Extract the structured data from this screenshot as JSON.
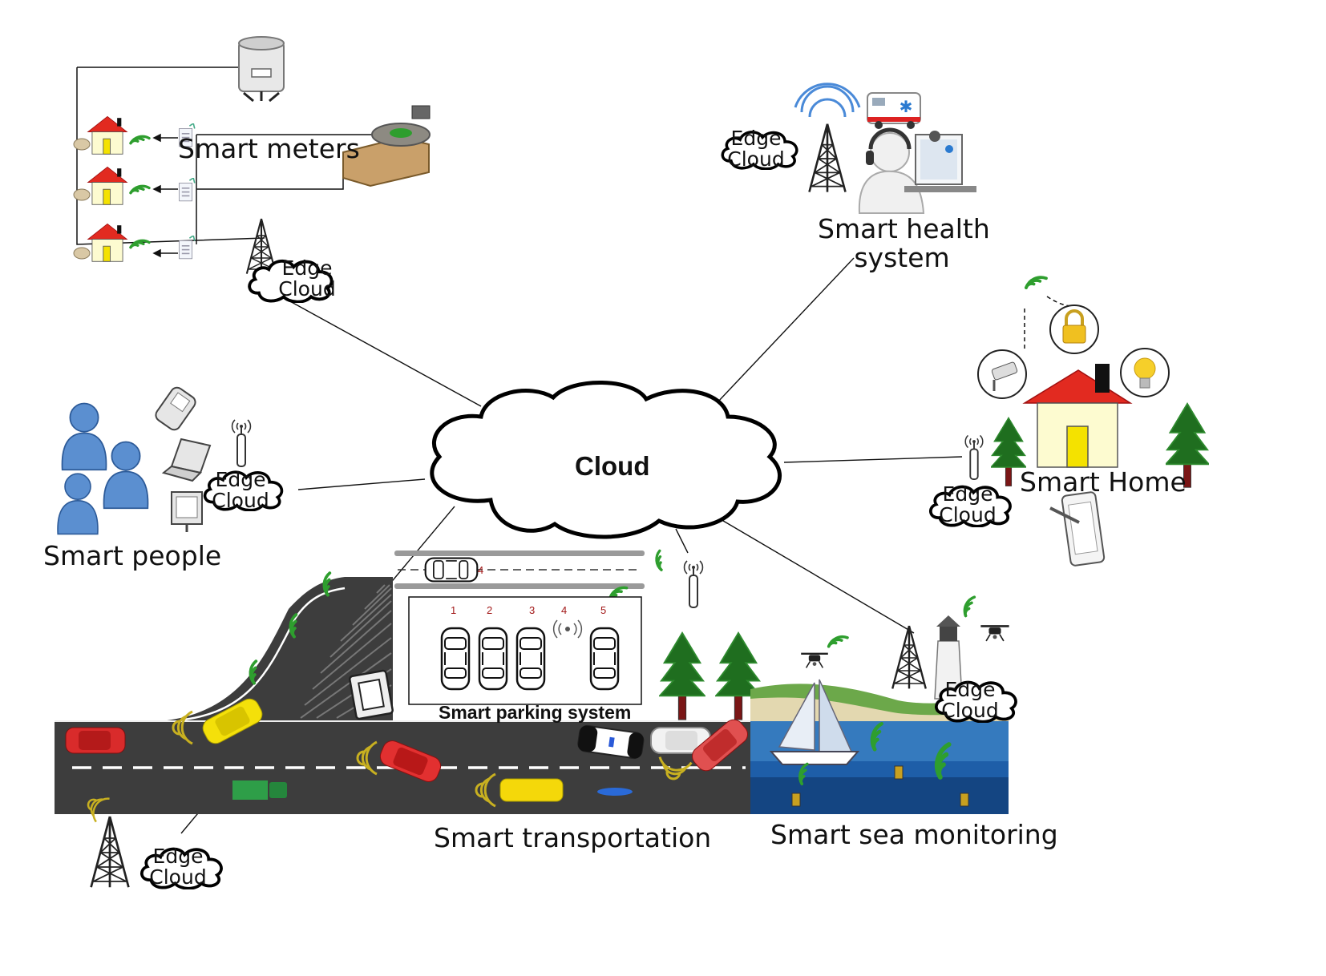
{
  "central_cloud": {
    "label": "Cloud"
  },
  "edge_cloud": {
    "line1": "Edge",
    "line2": "Cloud"
  },
  "domains": {
    "smart_meters": "Smart meters",
    "smart_health": "Smart health system",
    "smart_health_line1": "Smart health",
    "smart_health_line2": "system",
    "smart_home": "Smart Home",
    "smart_people": "Smart people",
    "smart_transportation": "Smart transportation",
    "smart_sea": "Smart sea monitoring",
    "smart_parking": "Smart parking system"
  },
  "parking_slots": [
    "1",
    "2",
    "3",
    "4",
    "5"
  ],
  "lane_marker": "4",
  "colors": {
    "road": "#3d3d3d",
    "tree": "#1f6e1f",
    "trunk": "#7a1616",
    "wifi": "#2e9e2e",
    "signal": "#c8b020",
    "roof": "#e22a20",
    "house": "#fdfbd0",
    "person": "#5b8fd0",
    "sea": "#1e5ea8"
  },
  "icons": [
    "cloud-icon",
    "tower-icon",
    "house-icon",
    "person-icon",
    "phone-icon",
    "laptop-icon",
    "monitor-icon",
    "tablet-icon",
    "lock-icon",
    "bulb-icon",
    "camera-icon",
    "ambulance-icon",
    "operator-icon",
    "drone-icon",
    "boat-icon",
    "lighthouse-icon",
    "car-icon",
    "truck-icon",
    "bus-icon",
    "tree-icon",
    "water-tank-icon",
    "meter-icon",
    "wifi-icon"
  ]
}
